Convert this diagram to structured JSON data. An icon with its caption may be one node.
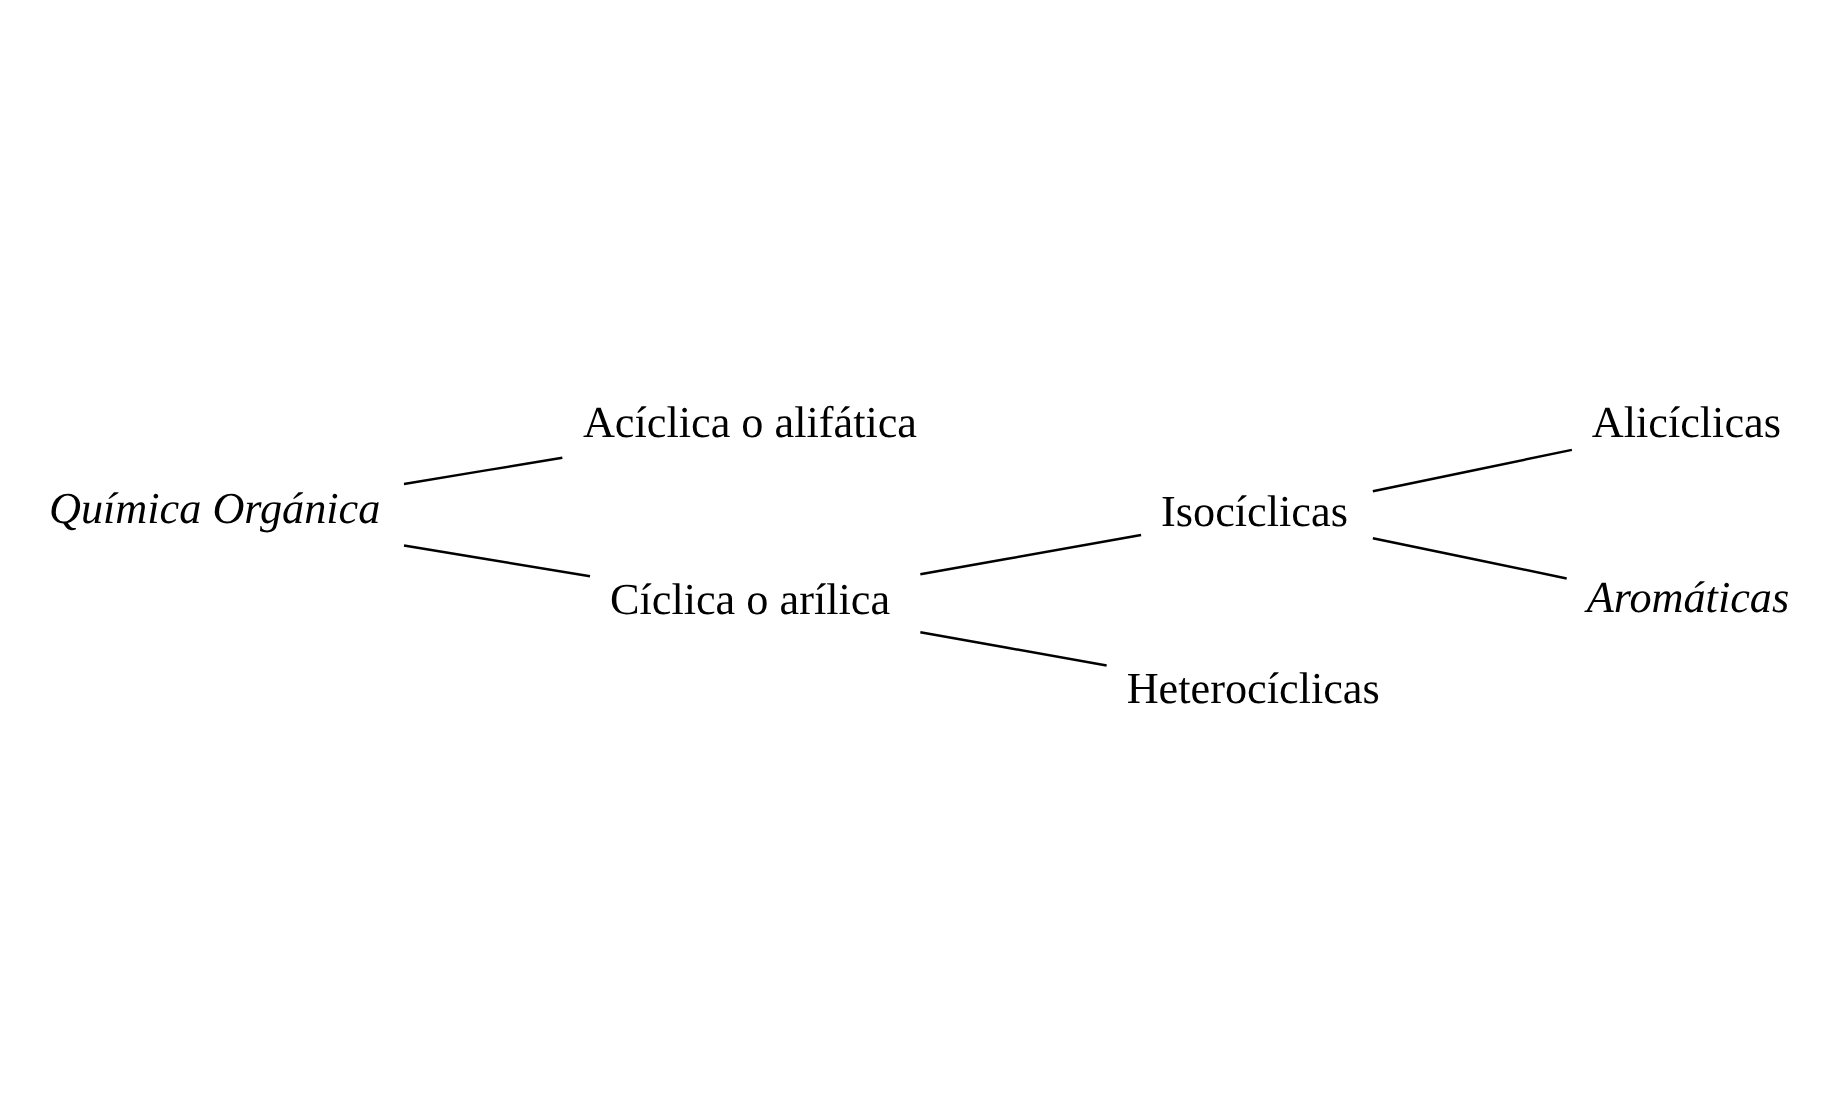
{
  "diagram": {
    "nodes": [
      {
        "text": [
          "Química Orgánica"
        ]
      },
      {
        "text": [
          "Acíclica o alifática"
        ]
      },
      {
        "text": [
          "Cíclica o arílica"
        ]
      },
      {
        "text": [
          "Isocíclicas"
        ]
      },
      {
        "text": [
          "Heterocíclicas"
        ]
      },
      {
        "text": [
          "Alicíclicas"
        ]
      },
      {
        "text": [
          "Aromáticas"
        ]
      }
    ],
    "edges": [
      {
        "from": 0,
        "to": 1,
        "arrow": "none"
      },
      {
        "from": 0,
        "to": 2,
        "arrow": "none"
      },
      {
        "from": 2,
        "to": 3,
        "arrow": "none"
      },
      {
        "from": 2,
        "to": 4,
        "arrow": "none"
      },
      {
        "from": 3,
        "to": 5,
        "arrow": "none"
      },
      {
        "from": 3,
        "to": 6,
        "arrow": "none"
      }
    ]
  }
}
